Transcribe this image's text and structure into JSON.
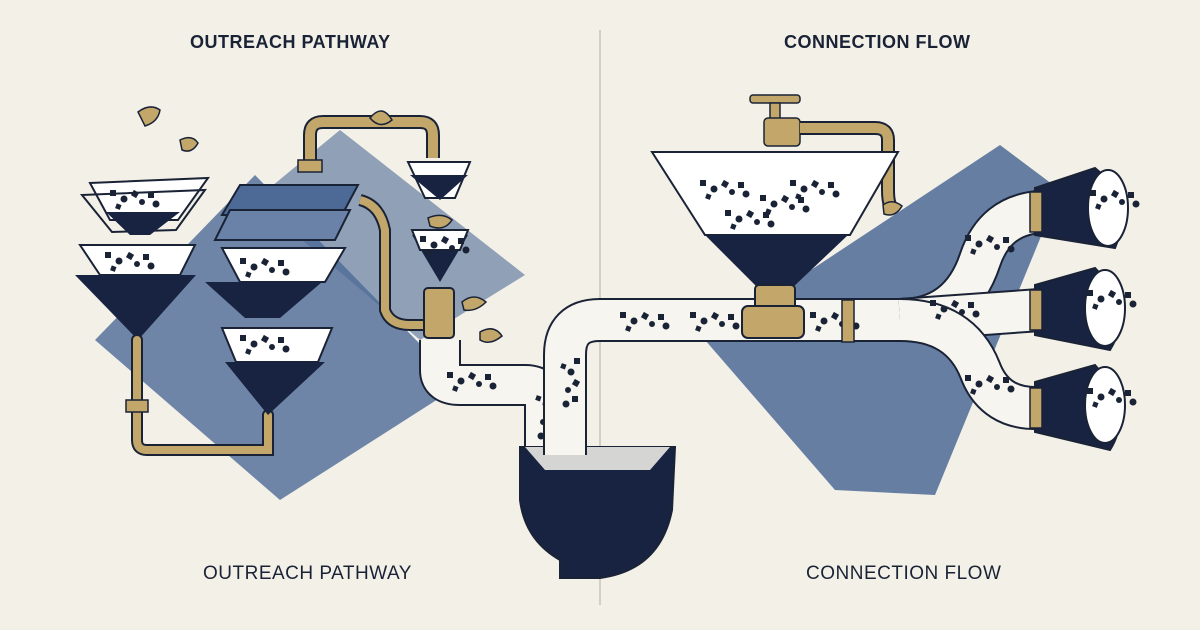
{
  "left_panel": {
    "title": "OUTREACH PATHWAY",
    "caption": "OUTREACH PATHWAY"
  },
  "right_panel": {
    "title": "CONNECTION FLOW",
    "caption": "CONNECTION FLOW"
  },
  "colors": {
    "background": "#f3f0e8",
    "navy": "#172340",
    "slate_blue": "#4d6a96",
    "brass": "#c2a66a",
    "outline": "#1a2336"
  }
}
